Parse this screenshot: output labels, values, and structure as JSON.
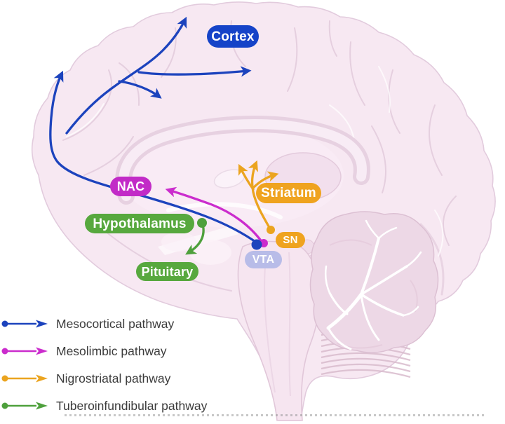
{
  "figure": {
    "type": "brain-dopamine-pathways-diagram",
    "background_color": "#ffffff",
    "brain_fill_color": "#f7e8f2",
    "brain_outline_color": "#e2cbdd"
  },
  "regions": {
    "cortex": {
      "label": "Cortex",
      "color": "#1543c8",
      "text_color": "#ffffff"
    },
    "nac": {
      "label": "NAC",
      "color": "#c22bc7",
      "text_color": "#ffffff"
    },
    "hypothalamus": {
      "label": "Hypothalamus",
      "color": "#57a83e",
      "text_color": "#ffffff"
    },
    "pituitary": {
      "label": "Pituitary",
      "color": "#57a83e",
      "text_color": "#ffffff"
    },
    "striatum": {
      "label": "Striatum",
      "color": "#efa31f",
      "text_color": "#ffffff"
    },
    "sn": {
      "label": "SN",
      "color": "#efa31f",
      "text_color": "#ffffff"
    },
    "vta": {
      "label": "VTA",
      "color": "#b8bce8",
      "text_color": "#ffffff"
    }
  },
  "pathways": {
    "mesocortical": {
      "color": "#1c43bd",
      "origin": "VTA",
      "targets": [
        "Cortex"
      ]
    },
    "mesolimbic": {
      "color": "#cb2ccd",
      "origin": "VTA",
      "targets": [
        "NAC"
      ]
    },
    "nigrostriatal": {
      "color": "#eba41f",
      "origin": "SN",
      "targets": [
        "Striatum"
      ]
    },
    "tuberoinfundibular": {
      "color": "#4ea03c",
      "origin": "Hypothalamus",
      "targets": [
        "Pituitary"
      ]
    }
  },
  "legend": {
    "items": [
      {
        "label": "Mesocortical pathway",
        "color": "#1c43bd"
      },
      {
        "label": "Mesolimbic pathway",
        "color": "#cb2ccd"
      },
      {
        "label": "Nigrostriatal pathway",
        "color": "#eba41f"
      },
      {
        "label": "Tuberoinfundibular pathway",
        "color": "#4ea03c"
      }
    ]
  }
}
